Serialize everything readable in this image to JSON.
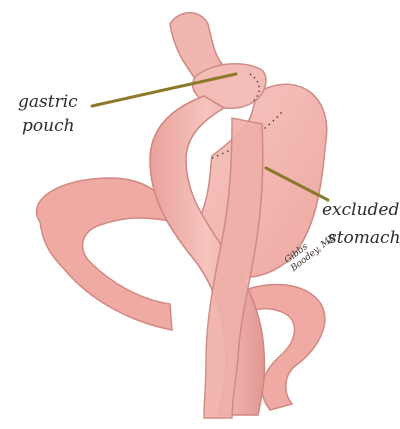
{
  "labels": {
    "gastric_pouch_line1": "gastric",
    "gastric_pouch_line2": "pouch",
    "excluded_stomach_line1": "excluded",
    "excluded_stomach_line2": "stomach"
  },
  "signature": {
    "line1": "Gibbs",
    "line2": "Boodey, MD"
  },
  "colors": {
    "tissue_fill": "#f1b3ad",
    "tissue_dark": "#d98a86",
    "tissue_edge": "#c97a78",
    "leader_line": "#8a7a2a",
    "staple_dots": "#4a3a36"
  }
}
